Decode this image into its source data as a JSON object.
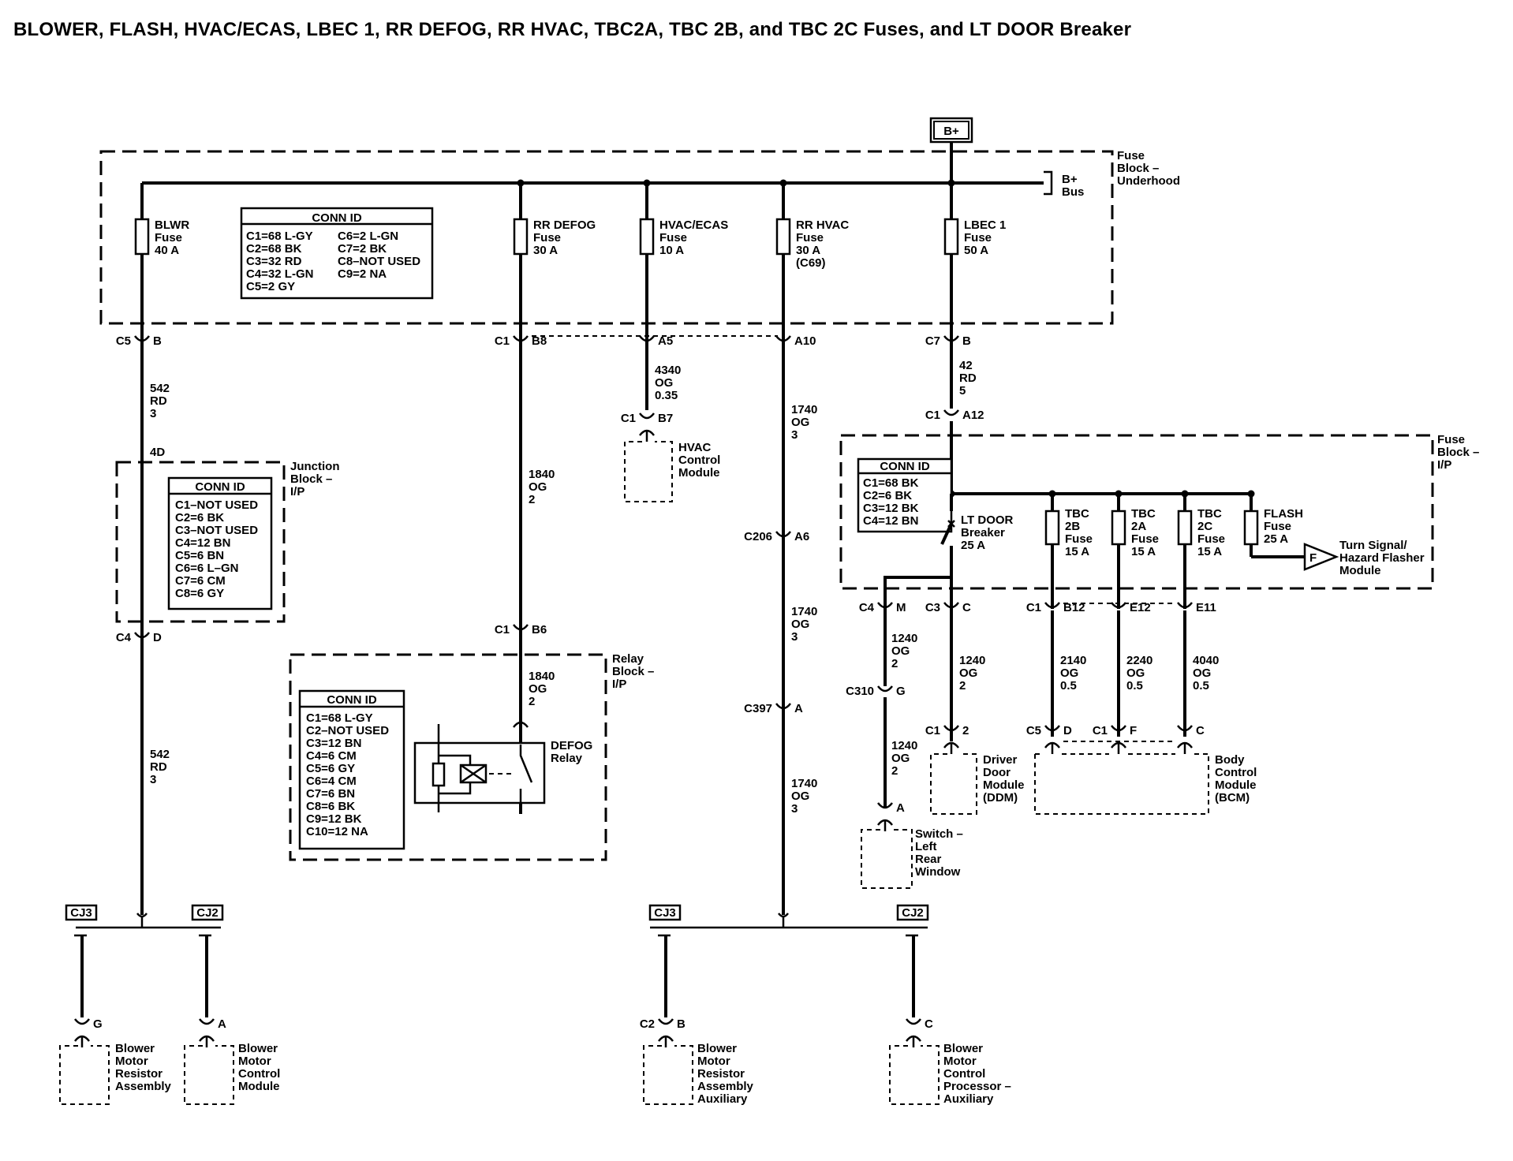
{
  "title": "BLOWER, FLASH, HVAC/ECAS, LBEC 1, RR DEFOG, RR HVAC, TBC2A, TBC 2B, and TBC 2C Fuses, and LT DOOR Breaker",
  "bplus": "B+",
  "fuse_block_underhood": [
    "Fuse",
    "Block –",
    "Underhood"
  ],
  "bplus_bus": [
    "B+",
    "Bus"
  ],
  "fuses_underhood": [
    {
      "lines": [
        "BLWR",
        "Fuse",
        "40 A"
      ]
    },
    {
      "lines": [
        "RR DEFOG",
        "Fuse",
        "30 A"
      ]
    },
    {
      "lines": [
        "HVAC/ECAS",
        "Fuse",
        "10 A"
      ]
    },
    {
      "lines": [
        "RR HVAC",
        "Fuse",
        "30 A",
        "(C69)"
      ]
    },
    {
      "lines": [
        "LBEC 1",
        "Fuse",
        "50 A"
      ]
    }
  ],
  "conn_id_underhood": {
    "title": "CONN ID",
    "col1": [
      "C1=68 L-GY",
      "C2=68 BK",
      "C3=32 RD",
      "C4=32 L-GN",
      "C5=2 GY"
    ],
    "col2": [
      "C6=2 L-GN",
      "C7=2 BK",
      "C8–NOT USED",
      "C9=2 NA"
    ]
  },
  "junction_block": [
    "Junction",
    "Block –",
    "I/P"
  ],
  "conn_id_junction": {
    "title": "CONN ID",
    "rows": [
      "C1–NOT USED",
      "C2=6 BK",
      "C3–NOT USED",
      "C4=12 BN",
      "C5=6 BN",
      "C6=6 L–GN",
      "C7=6 CM",
      "C8=6 GY"
    ]
  },
  "relay_block": [
    "Relay",
    "Block –",
    "I/P"
  ],
  "conn_id_relay": {
    "title": "CONN ID",
    "rows": [
      "C1=68 L-GY",
      "C2–NOT USED",
      "C3=12 BN",
      "C4=6 CM",
      "C5=6 GY",
      "C6=4 CM",
      "C7=6 BN",
      "C8=6 BK",
      "C9=12 BK",
      "C10=12 NA"
    ]
  },
  "defog_relay": [
    "DEFOG",
    "Relay"
  ],
  "fuse_block_ip": [
    "Fuse",
    "Block –",
    "I/P"
  ],
  "conn_id_ip": {
    "title": "CONN ID",
    "rows": [
      "C1=68 BK",
      "C2=6 BK",
      "C3=12 BK",
      "C4=12 BN"
    ]
  },
  "lt_door_breaker": [
    "LT DOOR",
    "Breaker",
    "25 A"
  ],
  "fuses_ip": [
    {
      "lines": [
        "TBC",
        "2B",
        "Fuse",
        "15 A"
      ]
    },
    {
      "lines": [
        "TBC",
        "2A",
        "Fuse",
        "15 A"
      ]
    },
    {
      "lines": [
        "TBC",
        "2C",
        "Fuse",
        "15 A"
      ]
    },
    {
      "lines": [
        "FLASH",
        "Fuse",
        "25 A"
      ]
    }
  ],
  "flasher_letter": "F",
  "flasher_module": [
    "Turn Signal/",
    "Hazard Flasher",
    "Module"
  ],
  "connectors": [
    {
      "c": "C5",
      "p": "B"
    },
    {
      "c": "C1",
      "p": "B8"
    },
    {
      "c": "",
      "p": "A5"
    },
    {
      "c": "",
      "p": "A10"
    },
    {
      "c": "C7",
      "p": "B"
    },
    {
      "c": "C1",
      "p": "A12"
    },
    {
      "c": "C1",
      "p": "B7"
    },
    {
      "c": "",
      "p": "4D"
    },
    {
      "c": "C4",
      "p": "D"
    },
    {
      "c": "C1",
      "p": "B6"
    },
    {
      "c": "C206",
      "p": "A6"
    },
    {
      "c": "C397",
      "p": "A"
    },
    {
      "c": "C4",
      "p": "M"
    },
    {
      "c": "C3",
      "p": "C"
    },
    {
      "c": "C1",
      "p": "B12"
    },
    {
      "c": "",
      "p": "E12"
    },
    {
      "c": "",
      "p": "E11"
    },
    {
      "c": "C310",
      "p": "G"
    },
    {
      "c": "",
      "p": "A"
    },
    {
      "c": "C1",
      "p": "2"
    },
    {
      "c": "C5",
      "p": "D"
    },
    {
      "c": "C1",
      "p": "F"
    },
    {
      "c": "",
      "p": "C"
    },
    {
      "c": "",
      "p": "G"
    },
    {
      "c": "",
      "p": "A"
    },
    {
      "c": "C2",
      "p": "B"
    },
    {
      "c": "",
      "p": "C"
    }
  ],
  "wires": [
    [
      "542",
      "RD",
      "3"
    ],
    [
      "1840",
      "OG",
      "2"
    ],
    [
      "4340",
      "OG",
      "0.35"
    ],
    [
      "1740",
      "OG",
      "3"
    ],
    [
      "42",
      "RD",
      "5"
    ],
    [
      "1740",
      "OG",
      "3"
    ],
    [
      "542",
      "RD",
      "3"
    ],
    [
      "1840",
      "OG",
      "2"
    ],
    [
      "1740",
      "OG",
      "3"
    ],
    [
      "1240",
      "OG",
      "2"
    ],
    [
      "1240",
      "OG",
      "2"
    ],
    [
      "2140",
      "OG",
      "0.5"
    ],
    [
      "2240",
      "OG",
      "0.5"
    ],
    [
      "4040",
      "OG",
      "0.5"
    ],
    [
      "1240",
      "OG",
      "2"
    ]
  ],
  "splices": [
    "CJ3",
    "CJ2",
    "CJ3",
    "CJ2"
  ],
  "modules": {
    "hvac": [
      "HVAC",
      "Control",
      "Module"
    ],
    "ddm": [
      "Driver",
      "Door",
      "Module",
      "(DDM)"
    ],
    "bcm": [
      "Body",
      "Control",
      "Module",
      "(BCM)"
    ],
    "switch": [
      "Switch –",
      "Left",
      "Rear",
      "Window"
    ],
    "bmra": [
      "Blower",
      "Motor",
      "Resistor",
      "Assembly"
    ],
    "bmcm": [
      "Blower",
      "Motor",
      "Control",
      "Module"
    ],
    "bmraa": [
      "Blower",
      "Motor",
      "Resistor",
      "Assembly",
      "Auxiliary"
    ],
    "bmcpa": [
      "Blower",
      "Motor",
      "Control",
      "Processor –",
      "Auxiliary"
    ]
  }
}
